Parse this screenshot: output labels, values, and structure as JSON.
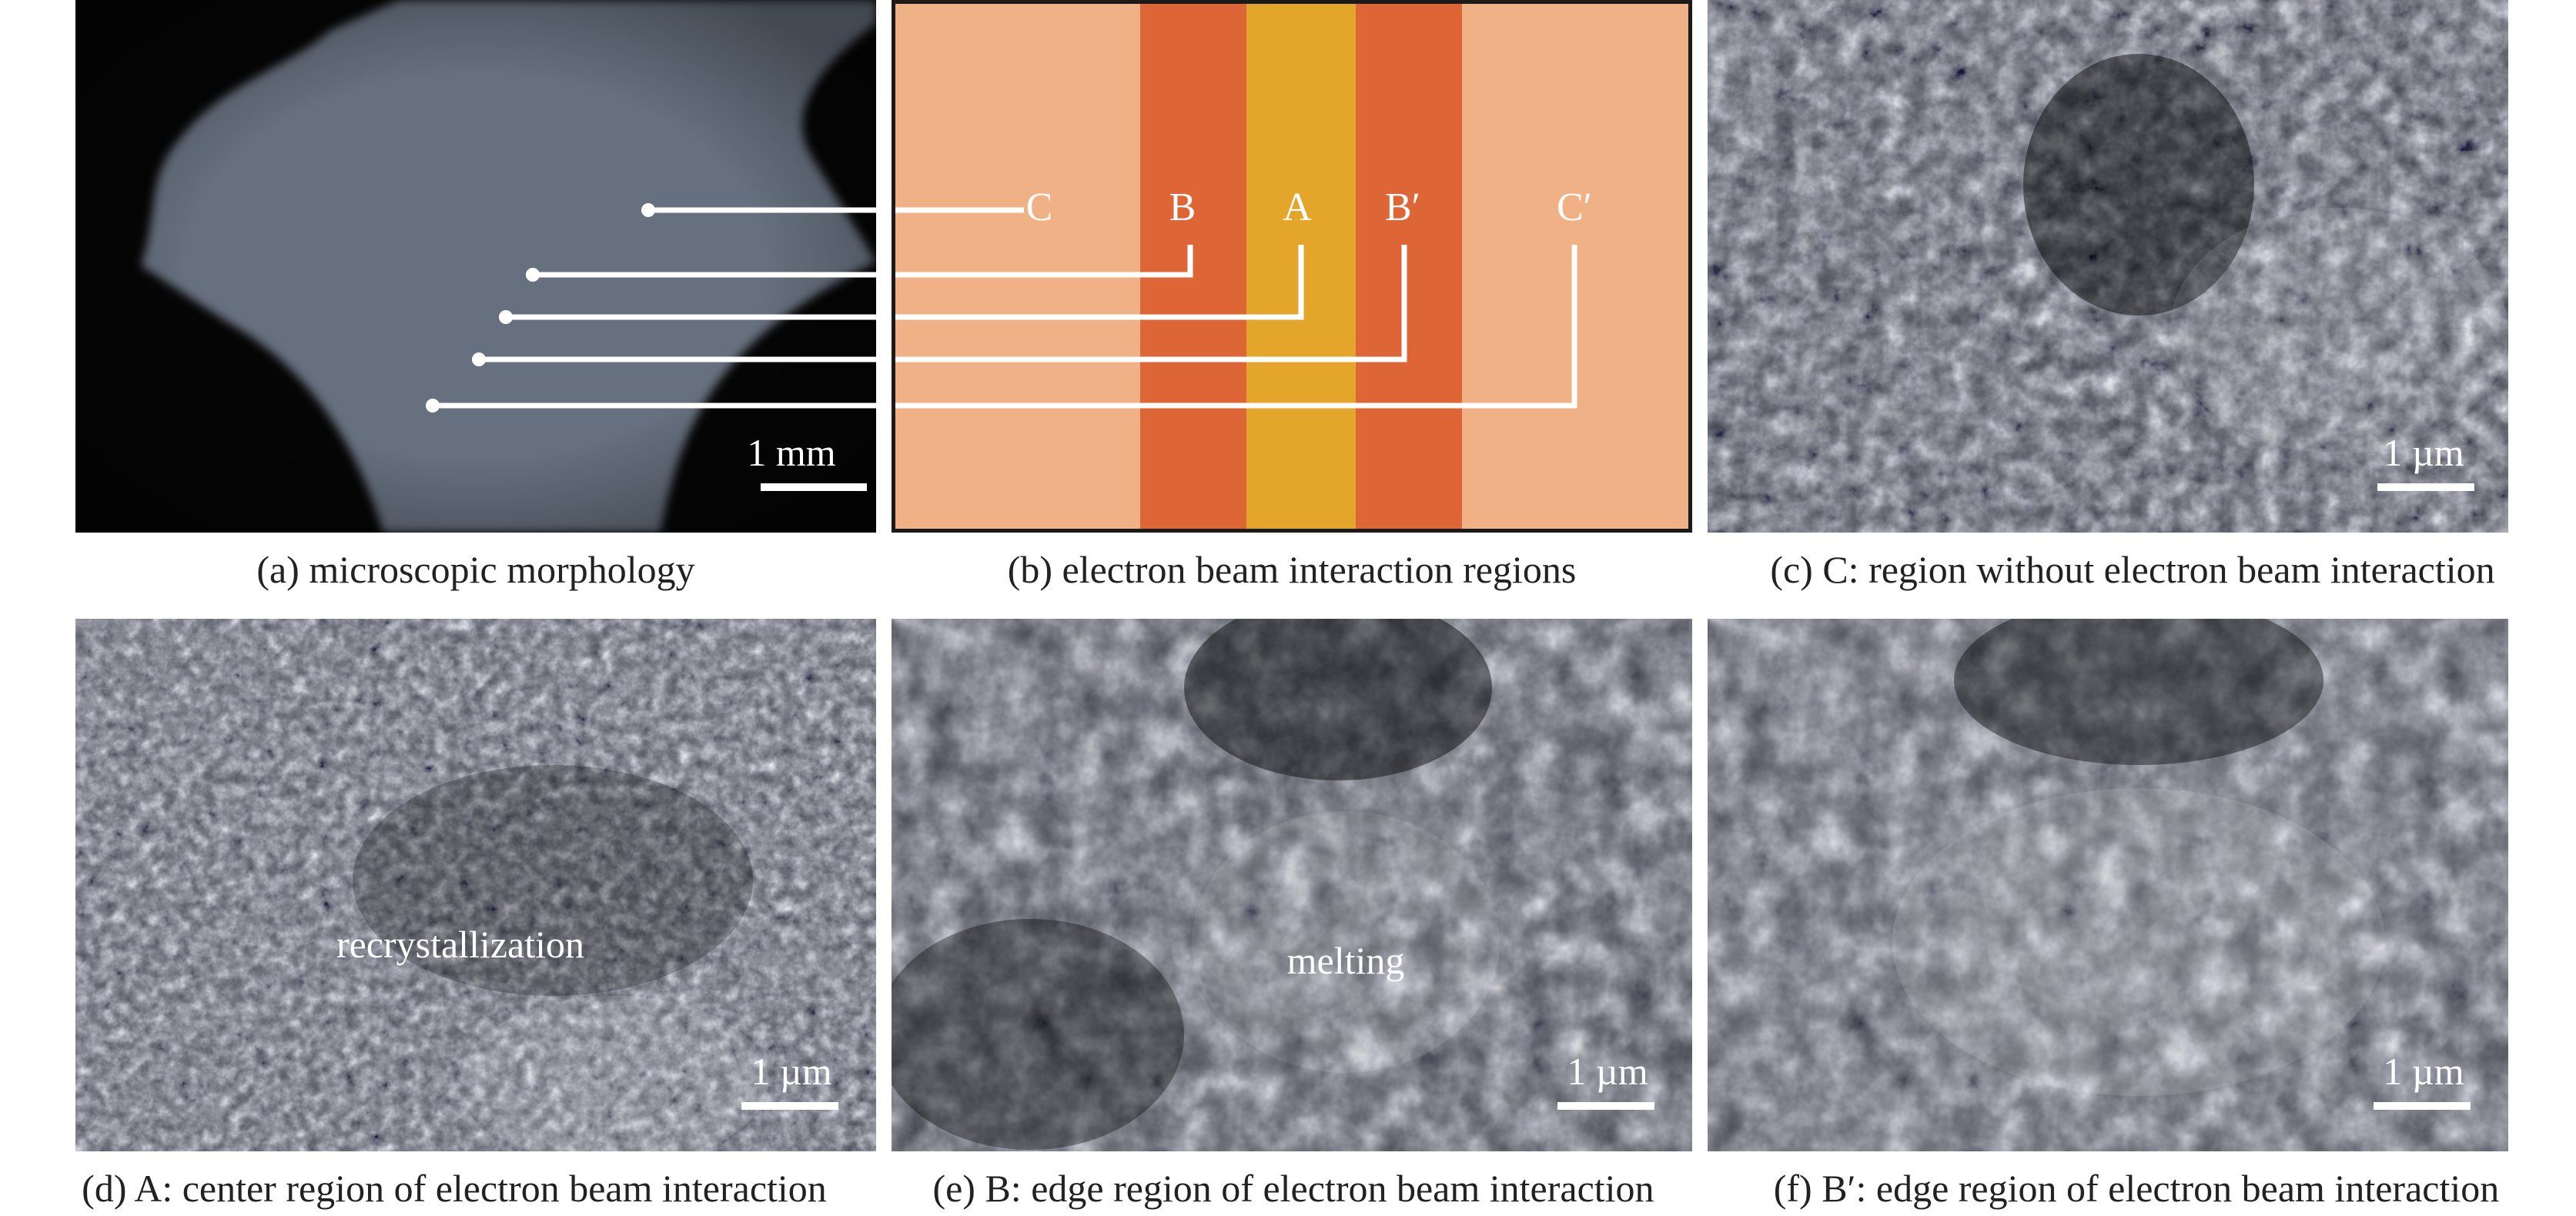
{
  "panels": {
    "a": {
      "caption": "(a) microscopic morphology",
      "scale_label": "1 mm"
    },
    "b": {
      "caption": "(b) electron beam interaction regions",
      "regions": [
        "C",
        "B",
        "A",
        "B′",
        "C′"
      ],
      "colors": {
        "outer": "#F1B186",
        "middle": "#DE6535",
        "center": "#E3A62A"
      }
    },
    "c": {
      "caption": "(c) C: region without electron beam interaction",
      "scale_label": "1 µm"
    },
    "d": {
      "caption": "(d) A: center region of electron beam interaction",
      "scale_label": "1 µm",
      "annotation": "recrystallization"
    },
    "e": {
      "caption": "(e) B: edge region of electron beam interaction",
      "scale_label": "1 µm",
      "annotation": "melting"
    },
    "f": {
      "caption": "(f) B′: edge region of electron beam interaction",
      "scale_label": "1 µm"
    }
  }
}
